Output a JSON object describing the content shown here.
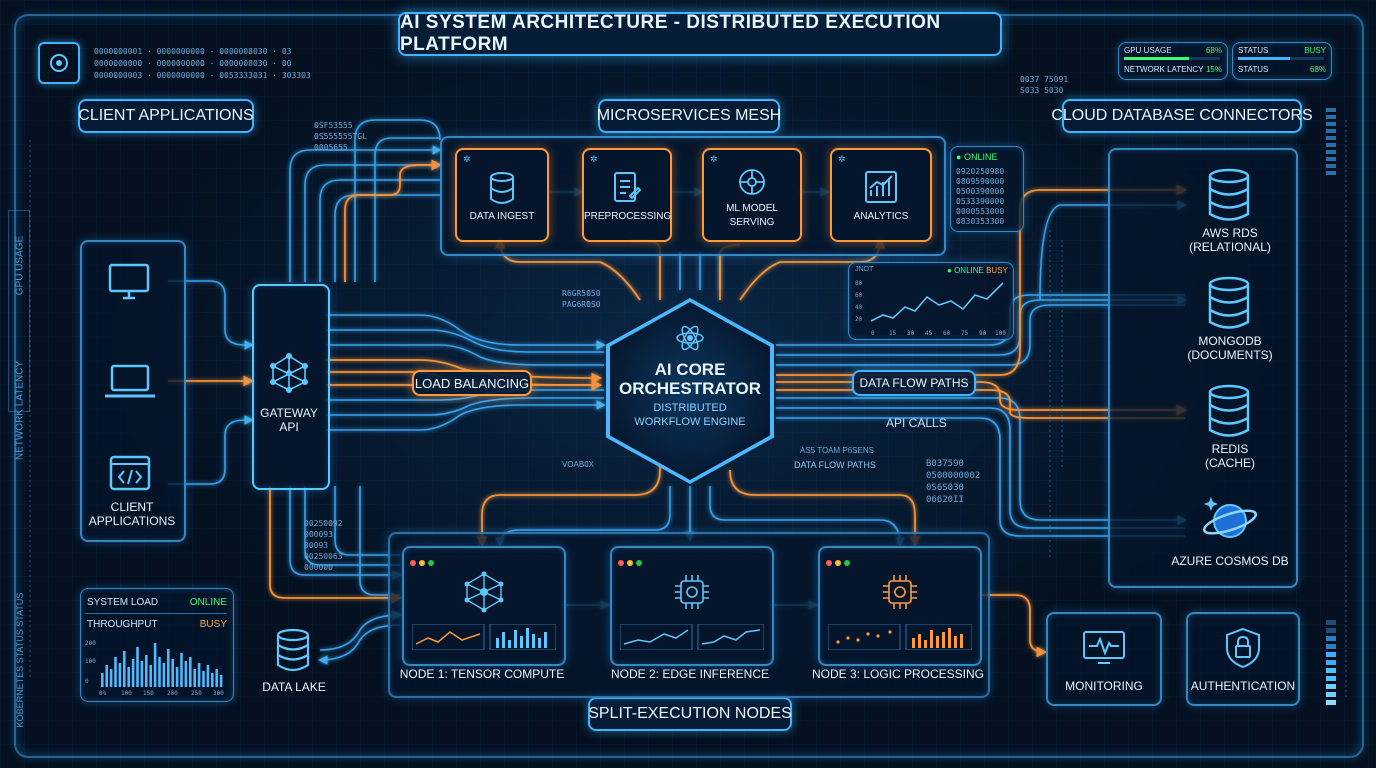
{
  "title": "AI SYSTEM ARCHITECTURE - DISTRIBUTED EXECUTION PLATFORM",
  "sections": {
    "client_applications": "CLIENT APPLICATIONS",
    "microservices_mesh": "MICROSERVICES MESH",
    "cloud_database_connectors": "CLOUD DATABASE CONNECTORS",
    "split_execution_nodes": "SPLIT-EXECUTION NODES"
  },
  "gateway": {
    "line1": "GATEWAY",
    "line2": "API"
  },
  "client_app_label": {
    "line1": "CLIENT",
    "line2": "APPLICATIONS"
  },
  "microservices": [
    {
      "label": "DATA INGEST",
      "icon": "database-icon"
    },
    {
      "label": "PREPROCESSING",
      "icon": "document-icon"
    },
    {
      "label_line1": "ML MODEL",
      "label_line2": "SERVING",
      "icon": "network-icon"
    },
    {
      "label": "ANALYTICS",
      "icon": "chart-icon"
    }
  ],
  "core": {
    "line1": "AI CORE",
    "line2": "ORCHESTRATOR",
    "sub1": "DISTRIBUTED",
    "sub2": "WORKFLOW ENGINE"
  },
  "flow_labels": {
    "load_balancing": "LOAD BALANCING",
    "data_flow_paths": "DATA FLOW PATHS",
    "api_calls": "API CALLS",
    "data_flow_paths_small": "DATA FLOW PATHS",
    "small_code": "VOAB0X",
    "small_top": "AS5 TOAM P6SENS"
  },
  "databases": [
    {
      "line1": "AWS RDS",
      "line2": "(RELATIONAL)"
    },
    {
      "line1": "MONGODB",
      "line2": "(DOCUMENTS)"
    },
    {
      "line1": "REDIS",
      "line2": "(CACHE)"
    },
    {
      "line1": "AZURE COSMOS DB",
      "line2": ""
    }
  ],
  "nodes": [
    {
      "label": "NODE 1: TENSOR COMPUTE"
    },
    {
      "label": "NODE 2: EDGE INFERENCE"
    },
    {
      "label": "NODE 3: LOGIC PROCESSING"
    }
  ],
  "data_lake": "DATA LAKE",
  "monitoring": "MONITORING",
  "authentication": "AUTHENTICATION",
  "top_right_stats": {
    "gpu_usage_label": "GPU USAGE",
    "gpu_usage_value": "68%",
    "network_latency_label": "NETWORK LATENCY",
    "network_latency_value": "15%",
    "status_label_1": "STATUS",
    "status_value_1": "BUSY",
    "status_label_2": "STATUS",
    "status_value_2": "68%"
  },
  "system_panel": {
    "system_load": "SYSTEM LOAD",
    "online": "ONLINE",
    "throughput": "THROUGHPUT",
    "busy": "BUSY",
    "y_ticks": [
      "200",
      "100",
      "0"
    ],
    "x_ticks": [
      "0%",
      "100",
      "150",
      "200",
      "250",
      "300"
    ]
  },
  "mini_chart": {
    "title": "JNOT",
    "online": "ONLINE",
    "busy": "BUSY",
    "y_ticks": [
      "80",
      "60",
      "40",
      "20"
    ],
    "x_ticks": [
      "0",
      "15",
      "30",
      "45",
      "60",
      "75",
      "90",
      "100"
    ]
  },
  "online_panel": {
    "online": "ONLINE",
    "codes": [
      "0920250980",
      "0809590000",
      "0500390000",
      "0533390000",
      "0000553000",
      "0830353300"
    ]
  },
  "side_labels": {
    "gpu_usage": "GPU USAGE",
    "network_latency": "NETWORK LATENCY",
    "kubernetes_status": "KOBERNETES STATUS STATUS"
  },
  "code_snippets": {
    "top_left_1": "0000000001 · 0000000000 · 0000008030 · 03",
    "top_left_2": "0000000000 · 0000000000 · 0000008030 · 00",
    "top_left_3": "0000000003 · 0000000000 · 0053333031 · 303303",
    "mid_left": "0SF53555\n0S555555TGL\n0005655",
    "core_top": "R6GR5050\nPAG6R0S0",
    "right_mid": "B037590\n0500000002\n0S6S030\n06620II",
    "node_left": "00250092\n000093\n00093\n00250063\n000000",
    "top_mid_right": "0037 75091\nS033 5030"
  }
}
